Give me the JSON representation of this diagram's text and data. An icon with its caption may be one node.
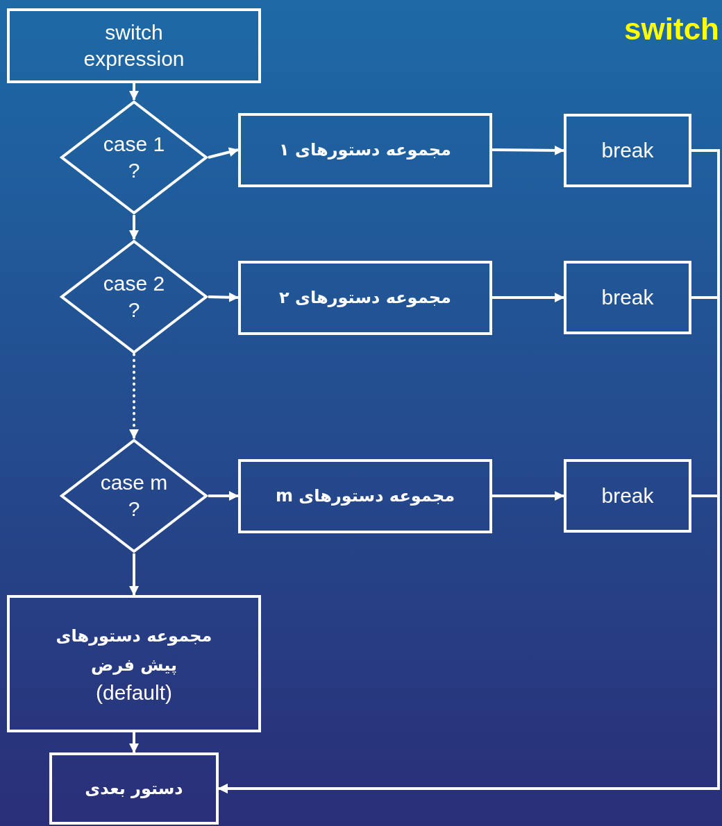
{
  "diagram": {
    "title": "switch",
    "nodes": [
      {
        "text": [
          "switch expression"
        ]
      },
      {
        "text": [
          "case 1 ?"
        ]
      },
      {
        "text": [
          "مجموعه دستورهای ۱"
        ]
      },
      {
        "text": [
          "break"
        ]
      },
      {
        "text": [
          "case 2 ?"
        ]
      },
      {
        "text": [
          "مجموعه دستورهای ۲"
        ]
      },
      {
        "text": [
          "break"
        ]
      },
      {
        "text": [
          "case m ?"
        ]
      },
      {
        "text": [
          "مجموعه دستورهای m"
        ]
      },
      {
        "text": [
          "break"
        ]
      },
      {
        "text": [
          "مجموعه دستورهای",
          "پیش فرض",
          "(default)"
        ]
      },
      {
        "text": [
          "دستور بعدی"
        ]
      }
    ],
    "edges": [
      {
        "from": 0,
        "to": 1,
        "arrow": "to"
      },
      {
        "from": 1,
        "to": 2,
        "arrow": "to"
      },
      {
        "from": 2,
        "to": 3,
        "arrow": "to"
      },
      {
        "from": 1,
        "to": 4,
        "arrow": "to"
      },
      {
        "from": 4,
        "to": 5,
        "arrow": "to"
      },
      {
        "from": 5,
        "to": 6,
        "arrow": "to"
      },
      {
        "from": 4,
        "to": 7,
        "arrow": "to",
        "style": "dashed"
      },
      {
        "from": 7,
        "to": 8,
        "arrow": "to"
      },
      {
        "from": 8,
        "to": 9,
        "arrow": "to"
      },
      {
        "from": 7,
        "to": 10,
        "arrow": "to"
      },
      {
        "from": 10,
        "to": 11,
        "arrow": "to"
      },
      {
        "from": 3,
        "to": 11,
        "arrow": "to"
      },
      {
        "from": 6,
        "to": 11,
        "arrow": "to"
      },
      {
        "from": 9,
        "to": 11,
        "arrow": "to"
      }
    ]
  }
}
